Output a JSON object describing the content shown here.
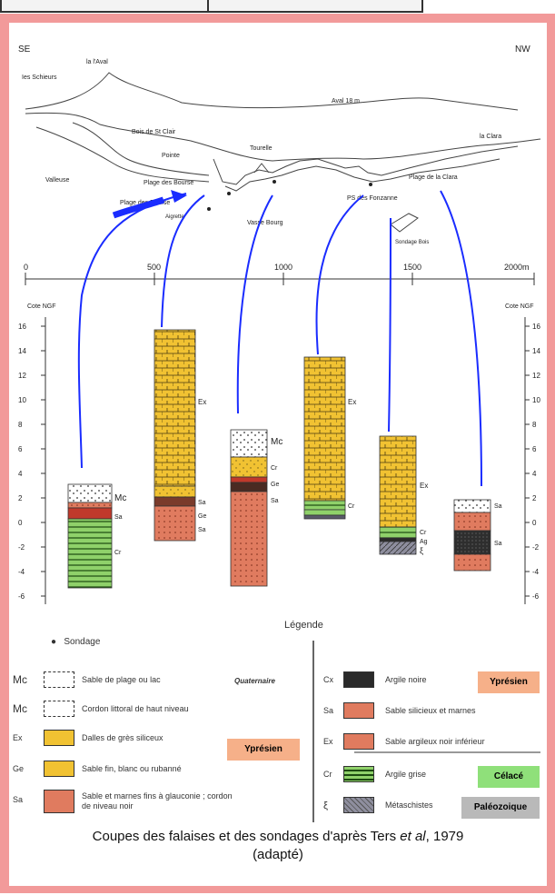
{
  "profile": {
    "dir_left": "SE",
    "dir_right": "NW",
    "place_labels": [
      "la l'Aval",
      "Ies Schieurs",
      "Bois de St Clair",
      "Valleuse",
      "Pointe",
      "Plage des Bourse",
      "Tourelle",
      "Vasse Bourg",
      "Plage des Bourse",
      "PS des Fonzanne",
      "Plage de la Clara",
      "la Clara",
      "Aigrette",
      "Sondage Bois",
      "Aval 18 m"
    ],
    "scale_ticks": [
      "0",
      "500",
      "1000",
      "1500",
      "2000m"
    ]
  },
  "axes": {
    "left_title": "Cote NGF",
    "right_title": "Cote NGF",
    "ticks": [
      "16",
      "14",
      "12",
      "10",
      "8",
      "6",
      "4",
      "2",
      "0",
      "-2",
      "-4",
      "-6"
    ]
  },
  "column_labels": {
    "c1": [
      "Mc",
      "Sa",
      "Cr"
    ],
    "c2": [
      "Ex",
      "Sa",
      "Ge",
      "Sa"
    ],
    "c3": [
      "Mc",
      "Cr",
      "Ge",
      "Sa"
    ],
    "c4": [
      "Ex",
      "Cr"
    ],
    "c5": [
      "Ex",
      "Cr",
      "Ag",
      "ξ"
    ],
    "c6": [
      "Sa",
      "Sa"
    ]
  },
  "legend": {
    "title": "Légende",
    "sondage": "Sondage",
    "left": [
      {
        "code": "Mc",
        "text": "Sable de plage ou lac",
        "note": "Quaternaire"
      },
      {
        "code": "Mc",
        "text": "Cordon littoral de haut niveau"
      },
      {
        "code": "Ex",
        "text": "Dalles de grès siliceux"
      },
      {
        "code": "Ge",
        "text": "Sable fin, blanc ou rubanné"
      },
      {
        "code": "Sa",
        "text": "Sable et marnes fins à glauconie ; cordon de niveau noir"
      }
    ],
    "right": [
      {
        "code": "Cx",
        "text": "Argile noire"
      },
      {
        "code": "Sa",
        "text": "Sable silicieux et marnes"
      },
      {
        "code": "Ex",
        "text": "Sable argileux noir inférieur"
      },
      {
        "code": "Cr",
        "text": "Argile grise"
      },
      {
        "code": "ξ",
        "text": "Métaschistes"
      }
    ],
    "tags": {
      "ypresien_1": "Yprésien",
      "ypresien_2": "Yprésien",
      "cenozoique": "Célacé",
      "paleozoique": "Paléozoique"
    },
    "colors": {
      "sand": "#f1c232",
      "clay_red": "#e07b5f",
      "green": "#8fd16a",
      "grey": "#8e8e9e",
      "black": "#2a2a2a",
      "ypresien": "#f6b089",
      "cenozoique": "#8fe07a",
      "paleozoique": "#b9b9b9"
    }
  },
  "caption": {
    "line1_pre": "Coupes des falaises et des sondages d'après Ters ",
    "line1_italic": "et al",
    "line1_post": ", 1979",
    "line2": "(adapté)"
  }
}
